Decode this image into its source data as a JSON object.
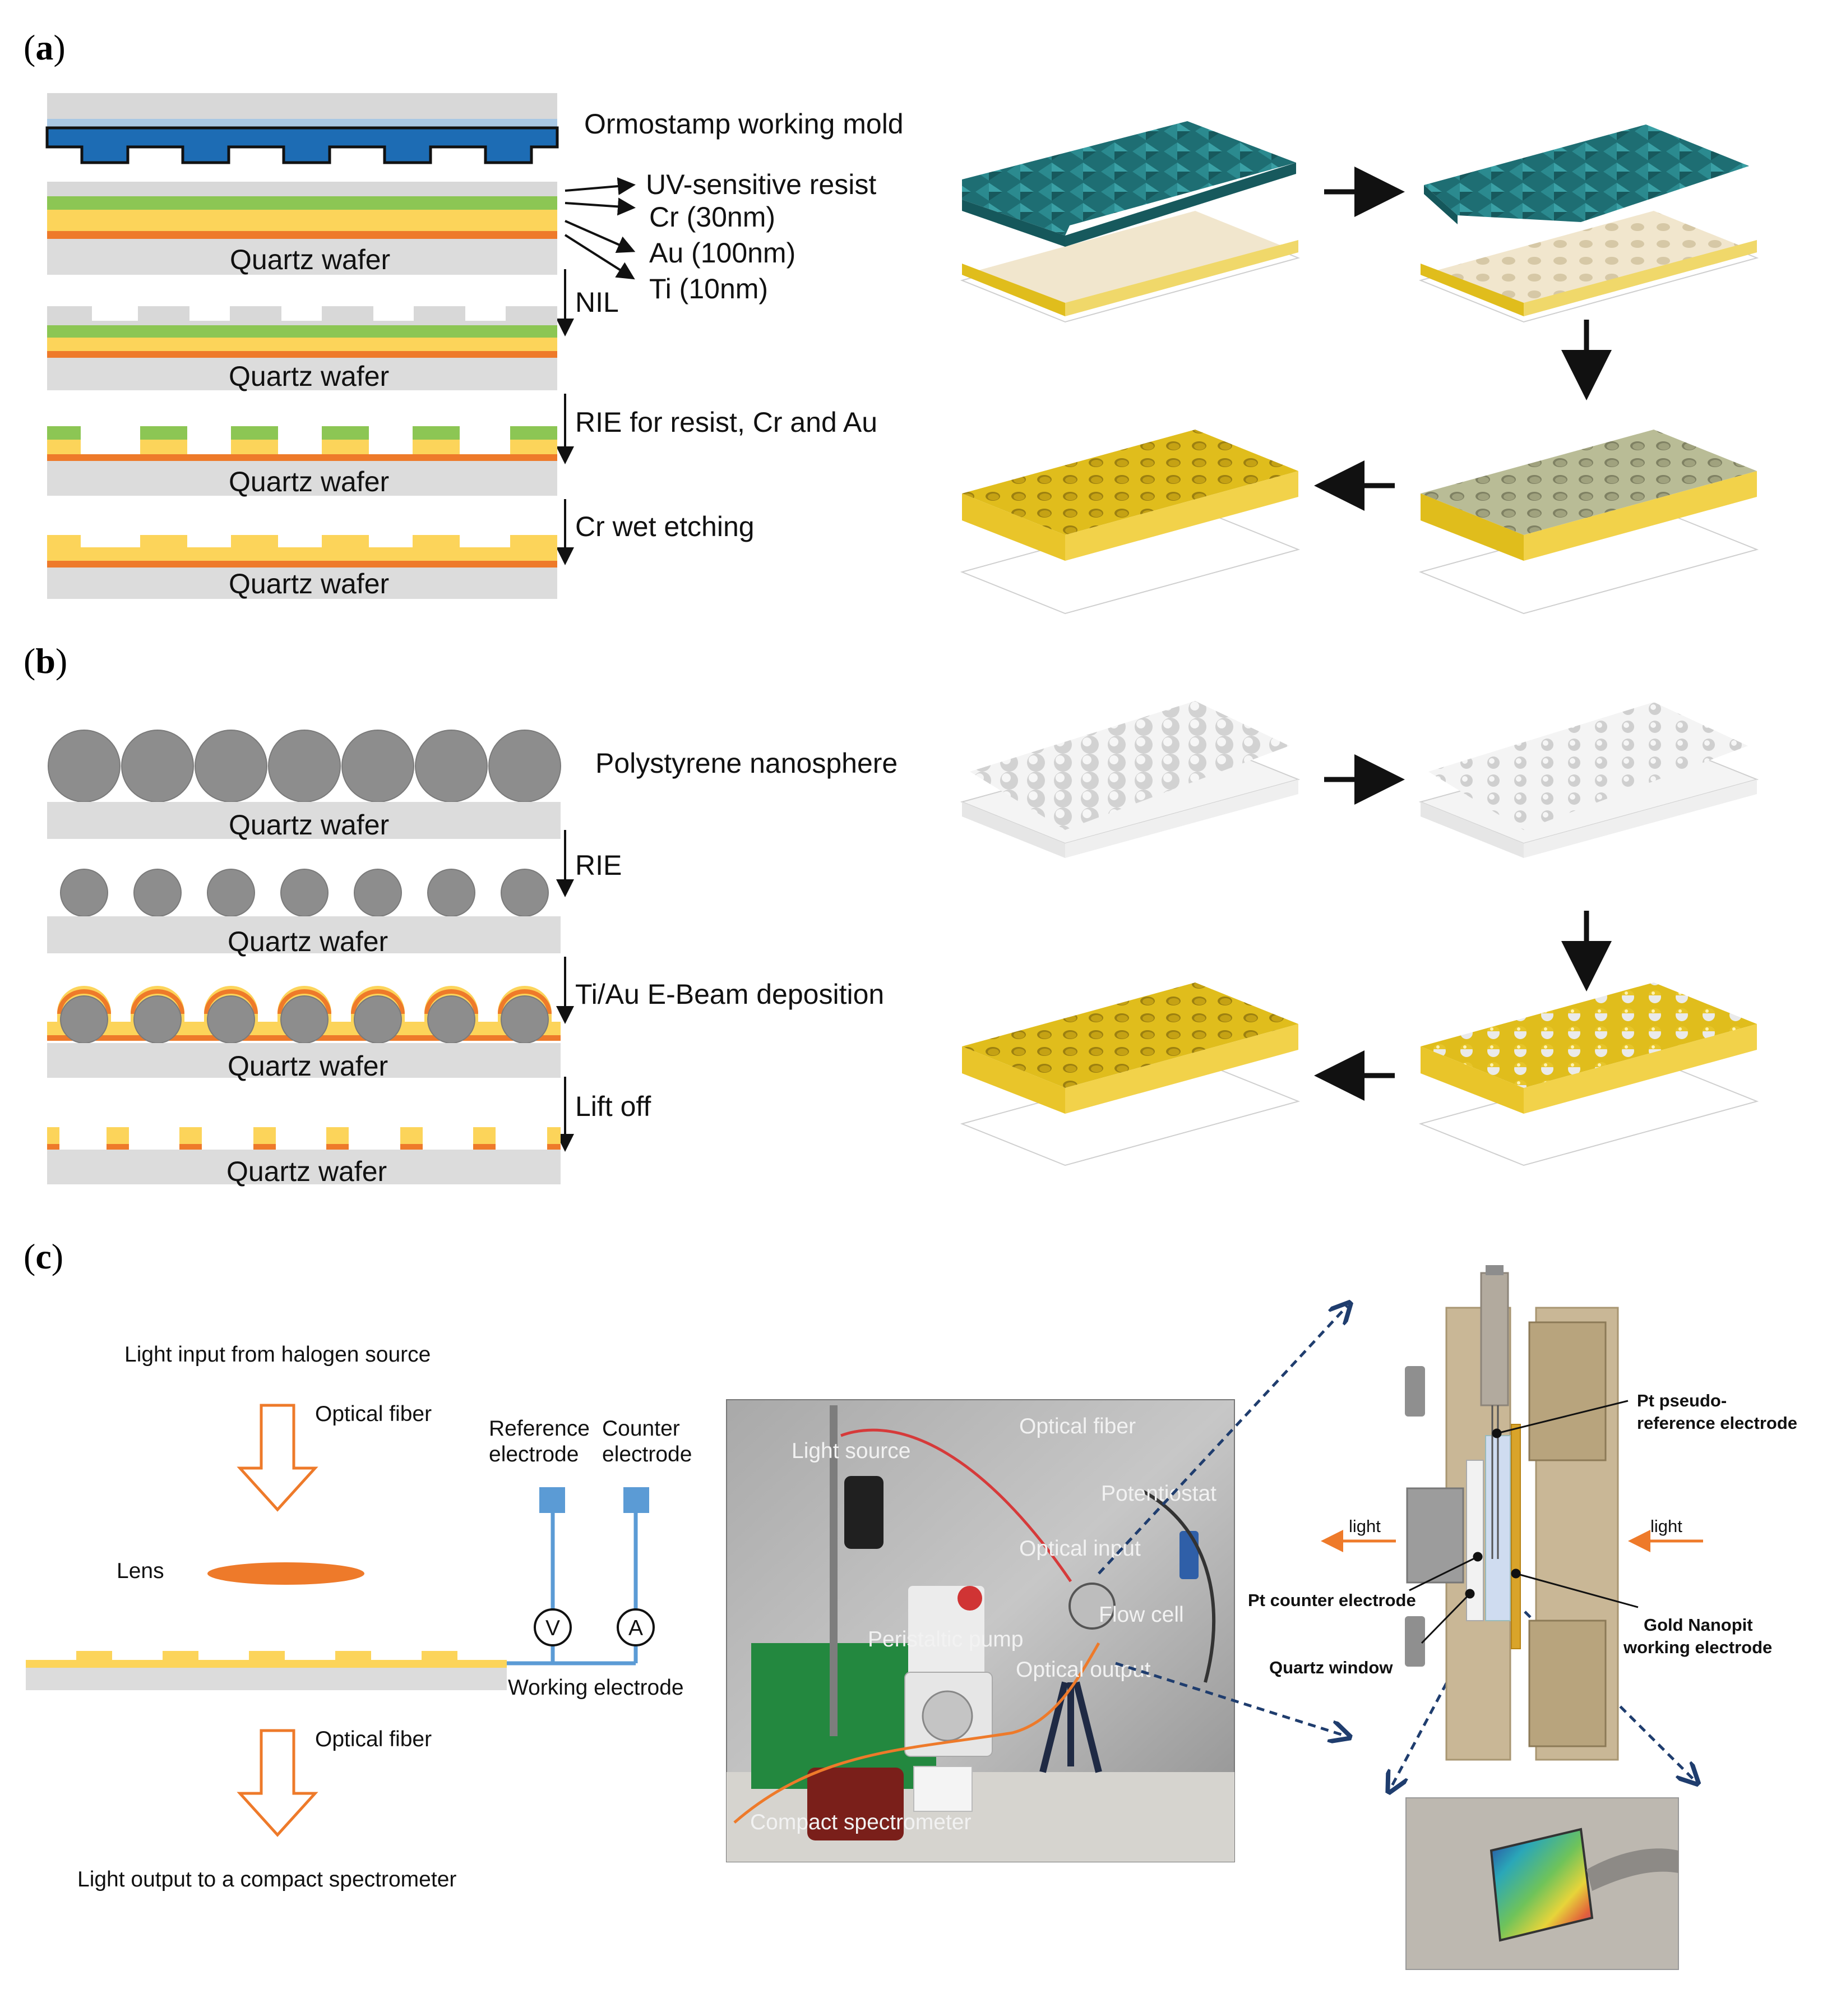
{
  "panels": {
    "a": "a",
    "b": "b",
    "c": "c"
  },
  "panel_a": {
    "mold_label": "Ormostamp working mold",
    "layers": {
      "resist": "UV-sensitive resist",
      "cr": "Cr (30nm)",
      "au": "Au (100nm)",
      "ti": "Ti (10nm)"
    },
    "substrate": "Quartz wafer",
    "steps": [
      "NIL",
      "RIE for resist, Cr and Au",
      "Cr wet etching"
    ]
  },
  "panel_b": {
    "sphere_label": "Polystyrene nanosphere",
    "substrate": "Quartz wafer",
    "steps": [
      "RIE",
      "Ti/Au E-Beam deposition",
      "Lift off"
    ]
  },
  "panel_c": {
    "schematic": {
      "light_input": "Light input from halogen source",
      "optical_fiber": "Optical fiber",
      "lens": "Lens",
      "light_output": "Light output to a compact spectrometer",
      "reference_electrode": [
        "Reference",
        "electrode"
      ],
      "counter_electrode": [
        "Counter",
        "electrode"
      ],
      "working_electrode": "Working electrode",
      "voltmeter": "V",
      "ammeter": "A"
    },
    "photo_labels": {
      "light_source": "Light source",
      "optical_fiber": "Optical fiber",
      "potentiostat": "Potentiostat",
      "optical_input": "Optical input",
      "flow_cell": "Flow cell",
      "peristaltic_pump": "Peristaltic pump",
      "optical_output": "Optical output",
      "compact_spectrometer": "Compact spectrometer"
    },
    "flow_cell": {
      "pt_pseudo_ref": [
        "Pt pseudo-",
        "reference electrode"
      ],
      "light_left": "light",
      "light_right": "light",
      "pt_counter": "Pt counter electrode",
      "quartz_window": "Quartz window",
      "gold_nanopit": [
        "Gold Nanopit",
        "working electrode"
      ]
    }
  },
  "colors": {
    "substrate": "#dcdcdc",
    "resist": "#d8d8d8",
    "cr": "#8cc654",
    "au": "#fcd45a",
    "ti": "#ee7a2a",
    "mold_dark": "#1d6cb4",
    "mold_light": "#a9c8e4",
    "sphere": "#8d8d8d",
    "teal": "#1e6e73",
    "gold_3d": "#d9b614",
    "cream": "#f1e6cd",
    "arrow_orange": "#ee7a2a",
    "wire_blue": "#5b9bd5",
    "dash_blue": "#1f3d6e"
  }
}
